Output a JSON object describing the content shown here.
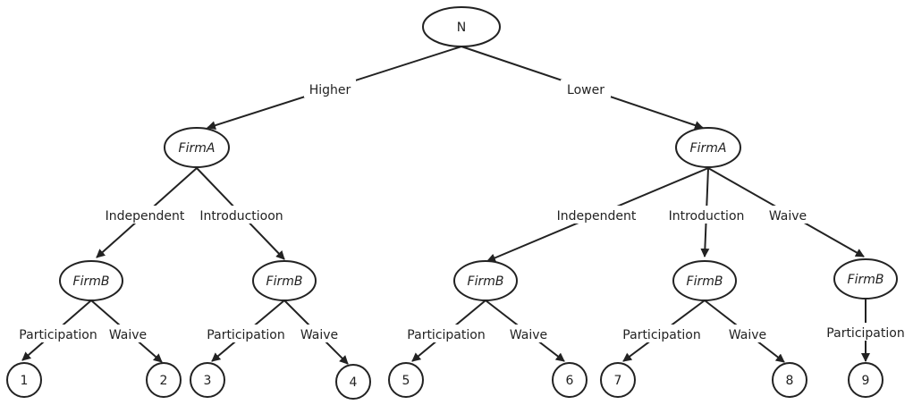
{
  "colors": {
    "stroke": "#222222",
    "background": "#ffffff"
  },
  "nodes": {
    "root": {
      "label": "N"
    },
    "firmA_high": {
      "label": "FirmA"
    },
    "firmA_low": {
      "label": "FirmA"
    },
    "firmB_1": {
      "label": "FirmB"
    },
    "firmB_2": {
      "label": "FirmB"
    },
    "firmB_3": {
      "label": "FirmB"
    },
    "firmB_4": {
      "label": "FirmB"
    },
    "firmB_5": {
      "label": "FirmB"
    },
    "leaf_1": {
      "label": "1"
    },
    "leaf_2": {
      "label": "2"
    },
    "leaf_3": {
      "label": "3"
    },
    "leaf_4": {
      "label": "4"
    },
    "leaf_5": {
      "label": "5"
    },
    "leaf_6": {
      "label": "6"
    },
    "leaf_7": {
      "label": "7"
    },
    "leaf_8": {
      "label": "8"
    },
    "leaf_9": {
      "label": "9"
    }
  },
  "edges": {
    "higher": "Higher",
    "lower": "Lower",
    "independent_high": "Independent",
    "introduction_high": "Introductioon",
    "independent_low": "Independent",
    "introduction_low": "Introduction",
    "waive_low": "Waive",
    "participation_1": "Participation",
    "waive_1": "Waive",
    "participation_2": "Participation",
    "waive_2": "Waive",
    "participation_3": "Participation",
    "waive_3": "Waive",
    "participation_4": "Participation",
    "waive_4": "Waive",
    "participation_5": "Participation"
  }
}
